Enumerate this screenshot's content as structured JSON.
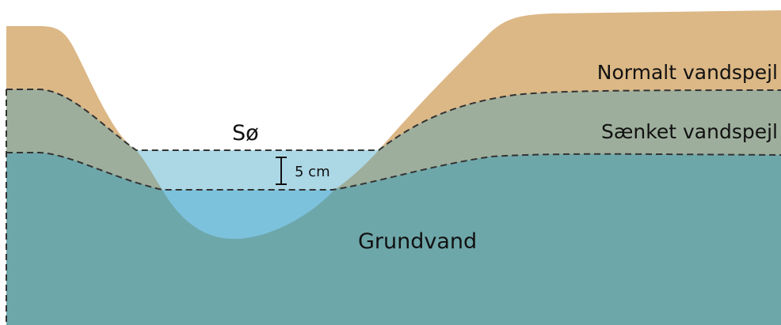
{
  "labels": {
    "lake": "Sø",
    "normal_level": "Normalt vandspejl",
    "lowered_level": "Sænket vandspejl",
    "groundwater": "Grundvand",
    "drop_amount": "5 cm"
  },
  "colors": {
    "soil": "#dcb886",
    "unsaturated_zone": "#9eae9c",
    "groundwater": "#6ea7aa",
    "lake_upper": "#acd8e6",
    "lake_lower": "#7dc2dd",
    "dashed_line": "#333333"
  }
}
